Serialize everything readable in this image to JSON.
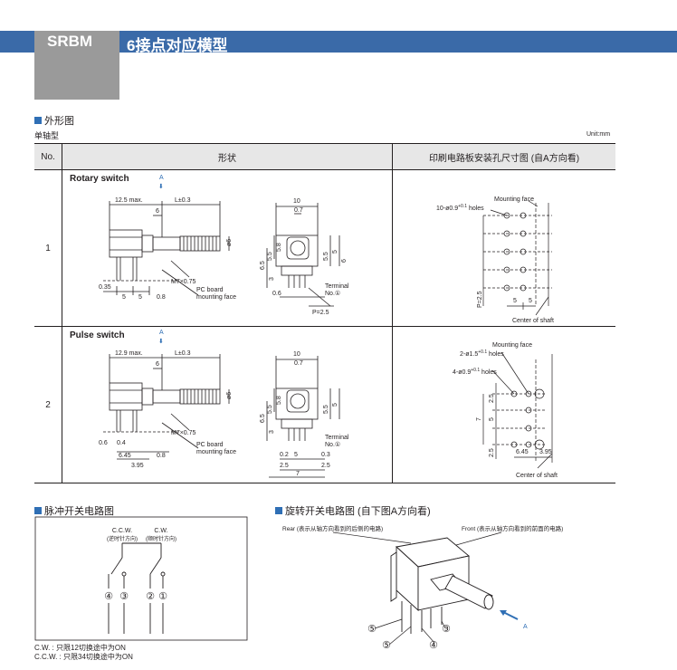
{
  "header": {
    "series": "SRBM",
    "title": "6接点对应横型"
  },
  "outline": {
    "heading": "外形图",
    "sub": "单轴型",
    "unit": "Unit:mm",
    "columns": [
      "No.",
      "形状",
      "印刷电路板安装孔尺寸图 (自A方向看)"
    ],
    "rows": [
      {
        "no": "1",
        "label": "Rotary switch",
        "dims": {
          "a": "A",
          "len": "12.5 max.",
          "l": "L±0.3",
          "six": "6",
          "dia": "ø6",
          "m7": "M7×0.75",
          "d035": "0.35",
          "d5a": "5",
          "d5b": "5",
          "d08": "0.8",
          "tol": "0\n-0.2",
          "pc": "PC board",
          "pc2": "mounting face",
          "w10": "10",
          "w07": "0.7",
          "h65": "6.5",
          "h55": "5.5",
          "h58": "5.8",
          "h5": "5",
          "h3": "3",
          "h6": "6",
          "d06": "0.6",
          "term": "Terminal",
          "termno": "No.①",
          "p25": "P=2.5"
        },
        "pcb": {
          "holes": "10-ø0.9",
          "holes_tol": "+0.1\n0",
          "holes_suffix": " holes",
          "mount": "Mounting face",
          "p25": "P=2.5",
          "d5a": "5",
          "d5b": "5",
          "center": "Center of shaft"
        }
      },
      {
        "no": "2",
        "label": "Pulse switch",
        "dims": {
          "a": "A",
          "len": "12.9 max.",
          "l": "L±0.3",
          "six": "6",
          "dia": "ø6",
          "m7": "M7×0.75",
          "d06": "0.6",
          "d04": "0.4",
          "d645": "6.45",
          "d395": "3.95",
          "d08": "0.8",
          "pc": "PC board",
          "pc2": "mounting face",
          "w10": "10",
          "w07": "0.7",
          "h65": "6.5",
          "h55": "5.5",
          "h58": "5.8",
          "h5": "5",
          "h3": "3",
          "b02": "0.2",
          "b5": "5",
          "b03": "0.3",
          "b25a": "2.5",
          "b25b": "2.5",
          "b7": "7",
          "term": "Terminal",
          "termno": "No.①"
        },
        "pcb": {
          "holes1": "2-ø1.5",
          "holes2": "4-ø0.9",
          "holes_suffix": " holes",
          "mount": "Mounting face",
          "v25a": "2.5",
          "v5": "5",
          "v7": "7",
          "v25b": "2.5",
          "d645": "6.45",
          "d395": "3.95",
          "center": "Center of shaft"
        }
      }
    ]
  },
  "pulse_circuit": {
    "heading": "脉冲开关电路图",
    "ccw": "C.C.W.",
    "ccw_note": "(逆时针方向)",
    "cw": "C.W.",
    "cw_note": "(顺时针方向)",
    "terminals": [
      "④",
      "③",
      "②",
      "①"
    ],
    "foot1": "C.W. : 只限12切换途中为ON",
    "foot2": "C.C.W. : 只限34切换途中为ON"
  },
  "rotary_circuit": {
    "heading": "旋转开关电路图 (自下图A方向看)",
    "rear": "Rear (表示从轴方向看到的后侧的电路)",
    "front": "Front (表示从轴方向看到的前面的电路)",
    "labels": [
      "⑤",
      "⑤",
      "④",
      "③"
    ],
    "arrow": "A"
  }
}
